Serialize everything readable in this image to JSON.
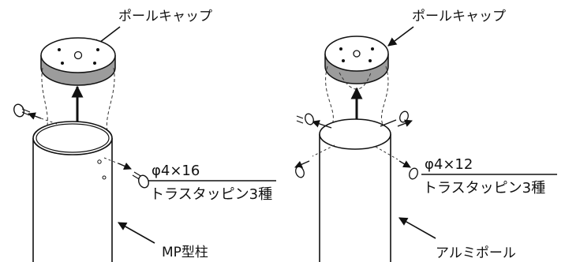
{
  "left": {
    "cap_label": "ポールキャップ",
    "screw_size": "φ4×16",
    "screw_type": "トラスタッピン3種",
    "pole_label": "MP型柱"
  },
  "right": {
    "cap_label": "ポールキャップ",
    "screw_size": "φ4×12",
    "screw_type": "トラスタッピン3種",
    "pole_label": "アルミポール"
  }
}
